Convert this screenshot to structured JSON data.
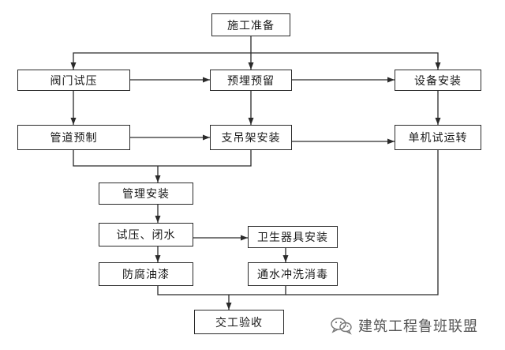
{
  "nodes": {
    "prep": "施工准备",
    "valve_test": "阀门试压",
    "embed": "预埋预留",
    "equip_install": "设备安装",
    "pipe_prefab": "管道预制",
    "support_install": "支吊架安装",
    "single_trial": "单机试运转",
    "pipe_install": "管理安装",
    "pressure_test": "试压、闭水",
    "sanitary": "卫生器具安装",
    "anticorrosion": "防腐油漆",
    "flush": "通水冲洗消毒",
    "acceptance": "交工验收"
  },
  "watermark": {
    "text": "建筑工程鲁班联盟",
    "icon": "wechat-icon"
  },
  "colors": {
    "line": "#2a2a2a",
    "box_border": "#2a2a2a",
    "text": "#1a1a1a",
    "watermark": "#555555"
  }
}
